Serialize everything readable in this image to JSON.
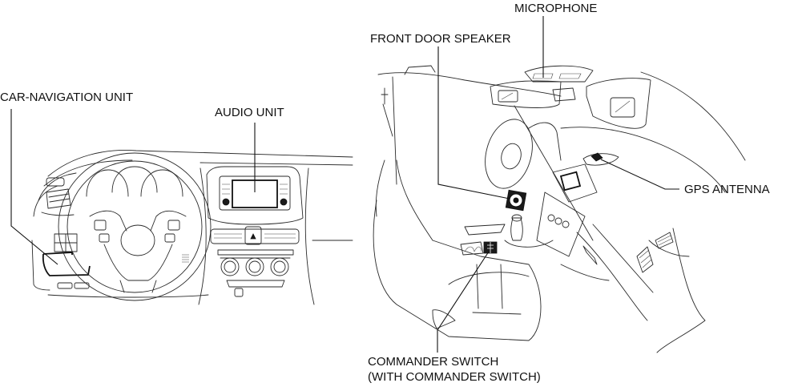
{
  "diagram": {
    "type": "component-location-illustration",
    "left_view": {
      "name": "dashboard-front-view",
      "labels": {
        "car_navigation_unit": "CAR-NAVIGATION UNIT",
        "audio_unit": "AUDIO UNIT"
      }
    },
    "right_view": {
      "name": "cabin-interior-view",
      "labels": {
        "microphone": "MICROPHONE",
        "front_door_speaker": "FRONT DOOR SPEAKER",
        "gps_antenna": "GPS ANTENNA",
        "commander_switch_line1": "COMMANDER SWITCH",
        "commander_switch_line2": "(WITH COMMANDER SWITCH)"
      }
    },
    "colors": {
      "line": "#2a2a2a",
      "text": "#111111",
      "background": "#ffffff"
    }
  }
}
